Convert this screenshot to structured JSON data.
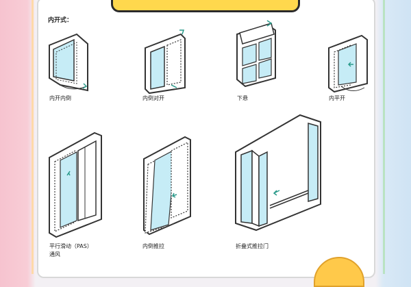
{
  "section_title": "内开式：",
  "captions": {
    "inward_open": "内开内倒",
    "tilt_turn": "内倒对开",
    "bottom_hung": "下悬",
    "inward_flat": "内平开",
    "parallel_slide_line1": "平行滑动（PAS）",
    "parallel_slide_line2": "通风",
    "tilt_push": "内倒推拉",
    "folding_door": "折叠式推拉门"
  },
  "colors": {
    "glass": "#c6ecf6",
    "frame": "#333333",
    "banner": "#ffd84d"
  }
}
